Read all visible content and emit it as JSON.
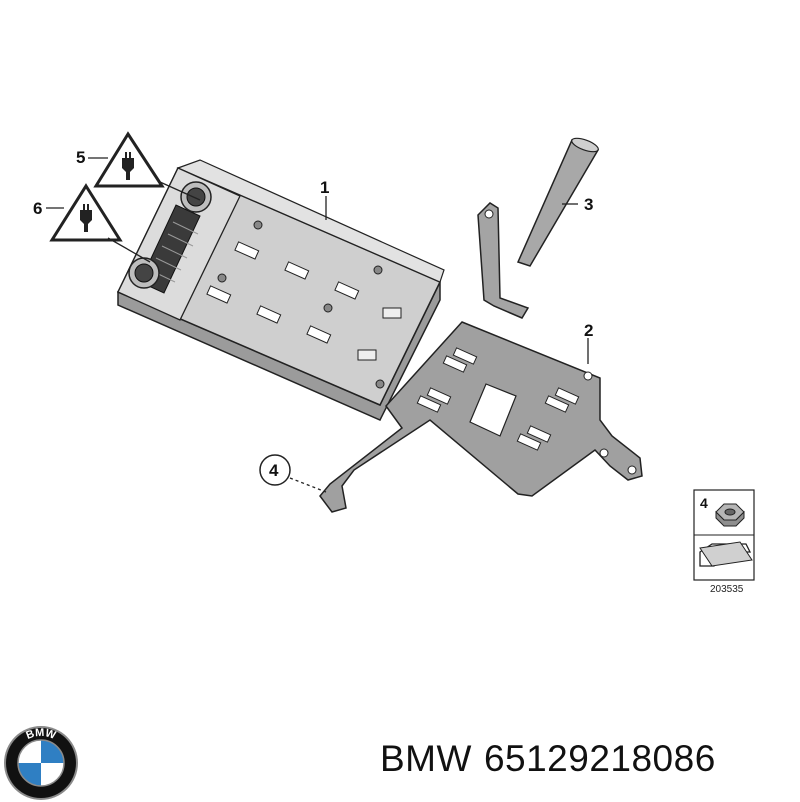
{
  "diagram": {
    "callouts": {
      "part1": "1",
      "part2": "2",
      "part3": "3",
      "part4_circled": "4",
      "part5": "5",
      "part6": "6"
    },
    "legend": {
      "part_number": "4",
      "reference": "203535"
    }
  },
  "logo": {
    "text": "BMW",
    "colors": {
      "ring": "#111111",
      "blue": "#2f7fc3",
      "white": "#ffffff",
      "chrome": "#8a8a8a"
    }
  },
  "footer": {
    "brand": "BMW",
    "part_number": "65129218086"
  },
  "colors": {
    "module_top": "#cfcfcf",
    "module_side": "#a9a9a9",
    "bracket": "#9a9a9a",
    "outline": "#1a1a1a"
  }
}
